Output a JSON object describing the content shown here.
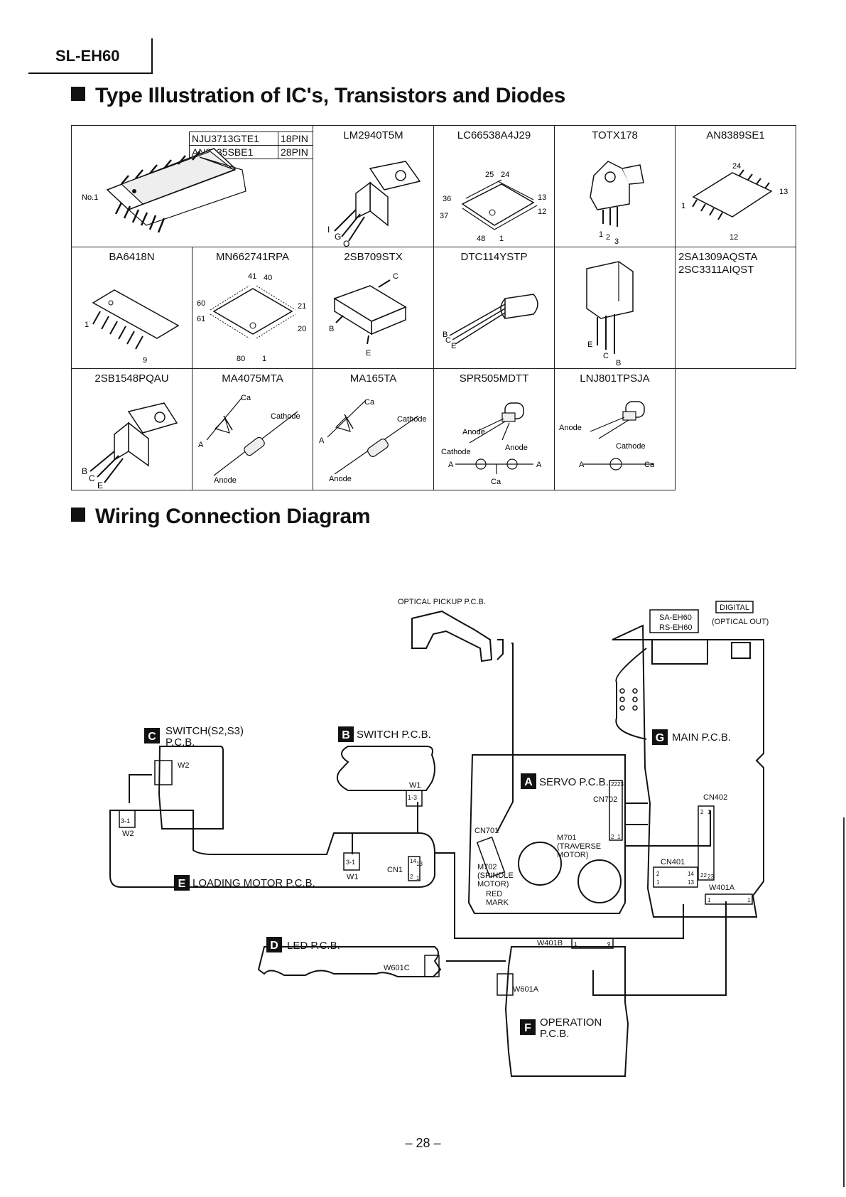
{
  "model": "SL-EH60",
  "section1_title": "Type Illustration of IC's, Transistors and Diodes",
  "section2_title": "Wiring Connection Diagram",
  "components": {
    "c1": {
      "parts": [
        {
          "name": "NJU3713GTE1",
          "pins": "18PIN"
        },
        {
          "name": "AN8835SBE1",
          "pins": "28PIN"
        }
      ],
      "pin_note": "No.1"
    },
    "c2": {
      "name": "LM2940T5M",
      "pins": [
        "I",
        "G",
        "O"
      ]
    },
    "c3": {
      "name": "LC66538A4J29",
      "pins": [
        "25",
        "24",
        "36",
        "13",
        "37",
        "12",
        "48",
        "1"
      ]
    },
    "c4": {
      "name": "TOTX178",
      "pins": [
        "1",
        "2",
        "3"
      ]
    },
    "c5": {
      "name": "AN8389SE1",
      "pins": [
        "24",
        "13",
        "1",
        "12"
      ]
    },
    "c6": {
      "name": "BA6418N",
      "pins": [
        "1",
        "9"
      ]
    },
    "c7": {
      "name": "MN662741RPA",
      "pins": [
        "41",
        "40",
        "60",
        "21",
        "61",
        "20",
        "80",
        "1"
      ]
    },
    "c8": {
      "name": "2SB709STX",
      "pins": [
        "C",
        "B",
        "E"
      ]
    },
    "c9": {
      "name": "DTC114YSTP",
      "pins": [
        "B",
        "C",
        "E"
      ]
    },
    "c10": {
      "pins": [
        "E",
        "C",
        "B"
      ]
    },
    "c11": {
      "names": [
        "2SA1309AQSTA",
        "2SC3311AIQST"
      ]
    },
    "c12": {
      "name": "2SB1548PQAU",
      "pins": [
        "B",
        "C",
        "E"
      ]
    },
    "c13": {
      "name": "MA4075MTA",
      "labels": [
        "Ca",
        "Cathode",
        "A",
        "Anode"
      ]
    },
    "c14": {
      "name": "MA165TA",
      "labels": [
        "Ca",
        "Cathode",
        "A",
        "Anode"
      ]
    },
    "c15": {
      "name": "SPR505MDTT",
      "labels": [
        "Anode",
        "Cathode",
        "Anode",
        "A",
        "A",
        "Ca"
      ]
    },
    "c16": {
      "name": "LNJ801TPSJA",
      "labels": [
        "Anode",
        "Cathode",
        "A",
        "Ca"
      ]
    }
  },
  "wiring": {
    "optical_pickup": "OPTICAL PICKUP P.C.B.",
    "sa_eh60": "SA-EH60",
    "rs_eh60": "RS-EH60",
    "digital": "DIGITAL",
    "optical_out": "(OPTICAL OUT)",
    "boards": {
      "A": {
        "letter": "A",
        "name": "SERVO P.C.B."
      },
      "B": {
        "letter": "B",
        "name": "SWITCH P.C.B."
      },
      "C": {
        "letter": "C",
        "name": "SWITCH(S2,S3)",
        "name2": "P.C.B."
      },
      "D": {
        "letter": "D",
        "name": "LED P.C.B."
      },
      "E": {
        "letter": "E",
        "name": "LOADING MOTOR P.C.B."
      },
      "F": {
        "letter": "F",
        "name": "OPERATION",
        "name2": "P.C.B."
      },
      "G": {
        "letter": "G",
        "name": "MAIN P.C.B."
      }
    },
    "connectors": {
      "w1": "W1",
      "w1_pins": "1-3",
      "w1b": "W1",
      "w1b_pins": "3-1",
      "w2": "W2",
      "w2b": "W2",
      "w2_pins": "3-1",
      "cn1": "CN1",
      "cn1_top": "14",
      "cn1_top2": "13",
      "cn1_bot": "2",
      "cn1_bot2": "1",
      "cn701": "CN701",
      "cn702": "CN702",
      "cn702_top": "22",
      "cn702_top2": "23",
      "cn702_bot": "2",
      "cn702_bot2": "1",
      "cn402": "CN402",
      "cn402_top": "2",
      "cn402_top2": "1",
      "cn402_bot": "22",
      "cn402_bot2": "23",
      "cn401": "CN401",
      "cn401_r1": "2",
      "cn401_r1b": "14",
      "cn401_r2": "1",
      "cn401_r2b": "13",
      "w401a": "W401A",
      "w401a_l": "1",
      "w401a_r": "1",
      "w401b": "W401B",
      "w401b_l": "1",
      "w401b_r": "9",
      "w601a": "W601A",
      "w601c": "W601C"
    },
    "m701_1": "M701",
    "m701_2": "(TRAVERSE",
    "m701_3": "MOTOR)",
    "m702_1": "M702",
    "m702_2": "(SPINDLE",
    "m702_3": "MOTOR)",
    "red1": "RED",
    "red2": "MARK"
  },
  "page_number": "– 28 –"
}
